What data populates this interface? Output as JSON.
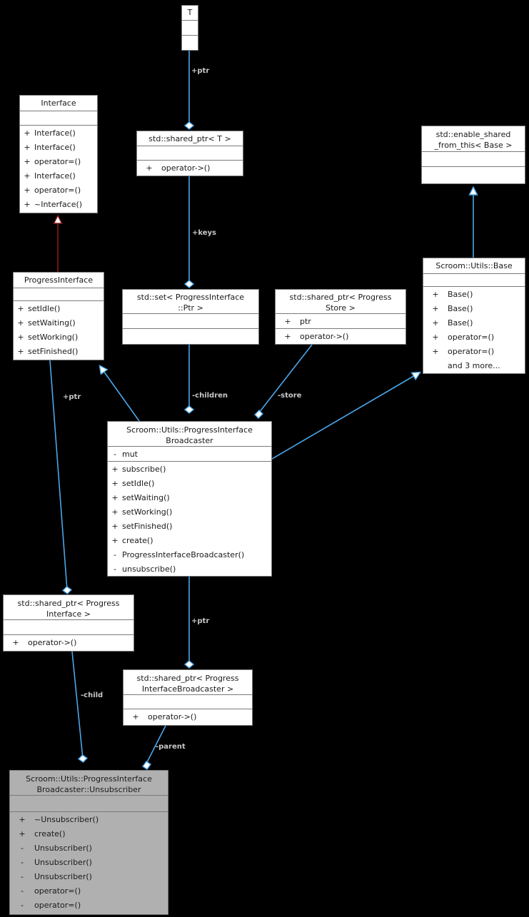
{
  "diagram": {
    "title": "UML class collaboration diagram",
    "background": "#000000",
    "node_fill": "#ffffff",
    "node_fill_shaded": "#b0b0b0",
    "node_border": "#7a7a7a",
    "edge_color_association": "#4ba6ea",
    "edge_color_inheritance_red": "#8b1a1a",
    "edge_label_color": "#c8c8c8"
  },
  "nodes": {
    "t": {
      "title": "T",
      "attributes": [],
      "operations": []
    },
    "shared_ptr_t": {
      "title": "std::shared_ptr< T >",
      "attributes": [],
      "operations": [
        {
          "visibility": "+",
          "name": "operator->()"
        }
      ]
    },
    "interface": {
      "title": "Interface",
      "attributes": [],
      "operations": [
        {
          "visibility": "+",
          "name": "Interface()"
        },
        {
          "visibility": "+",
          "name": "Interface()"
        },
        {
          "visibility": "+",
          "name": "operator=()"
        },
        {
          "visibility": "+",
          "name": "Interface()"
        },
        {
          "visibility": "+",
          "name": "operator=()"
        },
        {
          "visibility": "+",
          "name": "~Interface()"
        }
      ]
    },
    "progress_interface": {
      "title": "ProgressInterface",
      "attributes": [],
      "operations": [
        {
          "visibility": "+",
          "name": "setIdle()"
        },
        {
          "visibility": "+",
          "name": "setWaiting()"
        },
        {
          "visibility": "+",
          "name": "setWorking()"
        },
        {
          "visibility": "+",
          "name": "setFinished()"
        }
      ]
    },
    "set_progress_interface_ptr": {
      "title": "std::set< ProgressInterface\n::Ptr >",
      "attributes": [],
      "operations": []
    },
    "shared_ptr_progress_store": {
      "title": "std::shared_ptr< Progress\nStore >",
      "attributes": [
        {
          "visibility": "+",
          "name": "ptr"
        }
      ],
      "operations": [
        {
          "visibility": "+",
          "name": "operator->()"
        }
      ]
    },
    "enable_shared_from_this": {
      "title": "std::enable_shared\n_from_this< Base >",
      "attributes": [],
      "operations": []
    },
    "scroom_utils_base": {
      "title": "Scroom::Utils::Base",
      "attributes": [],
      "operations": [
        {
          "visibility": "+",
          "name": "Base()"
        },
        {
          "visibility": "+",
          "name": "Base()"
        },
        {
          "visibility": "+",
          "name": "Base()"
        },
        {
          "visibility": "+",
          "name": "operator=()"
        },
        {
          "visibility": "+",
          "name": "operator=()"
        },
        {
          "visibility": "",
          "name": "and 3 more..."
        }
      ]
    },
    "broadcaster": {
      "title": "Scroom::Utils::ProgressInterface\nBroadcaster",
      "attributes": [
        {
          "visibility": "-",
          "name": "mut"
        }
      ],
      "operations": [
        {
          "visibility": "+",
          "name": "subscribe()"
        },
        {
          "visibility": "+",
          "name": "setIdle()"
        },
        {
          "visibility": "+",
          "name": "setWaiting()"
        },
        {
          "visibility": "+",
          "name": "setWorking()"
        },
        {
          "visibility": "+",
          "name": "setFinished()"
        },
        {
          "visibility": "+",
          "name": "create()"
        },
        {
          "visibility": "-",
          "name": "ProgressInterfaceBroadcaster()"
        },
        {
          "visibility": "-",
          "name": "unsubscribe()"
        }
      ]
    },
    "shared_ptr_progress_interface": {
      "title": "std::shared_ptr< Progress\nInterface >",
      "attributes": [],
      "operations": [
        {
          "visibility": "+",
          "name": "operator->()"
        }
      ]
    },
    "shared_ptr_broadcaster": {
      "title": "std::shared_ptr< Progress\nInterfaceBroadcaster >",
      "attributes": [],
      "operations": [
        {
          "visibility": "+",
          "name": "operator->()"
        }
      ]
    },
    "unsubscriber": {
      "title": "Scroom::Utils::ProgressInterface\nBroadcaster::Unsubscriber",
      "attributes": [],
      "operations": [
        {
          "visibility": "+",
          "name": "~Unsubscriber()"
        },
        {
          "visibility": "+",
          "name": "create()"
        },
        {
          "visibility": "-",
          "name": "Unsubscriber()"
        },
        {
          "visibility": "-",
          "name": "Unsubscriber()"
        },
        {
          "visibility": "-",
          "name": "Unsubscriber()"
        },
        {
          "visibility": "-",
          "name": "operator=()"
        },
        {
          "visibility": "-",
          "name": "operator=()"
        }
      ]
    }
  },
  "edge_labels": {
    "ptr_t": "+ptr",
    "keys": "+keys",
    "children": "-children",
    "store": "-store",
    "ptr_progress_interface": "+ptr",
    "ptr_broadcaster": "+ptr",
    "child": "-child",
    "parent": "-parent"
  }
}
